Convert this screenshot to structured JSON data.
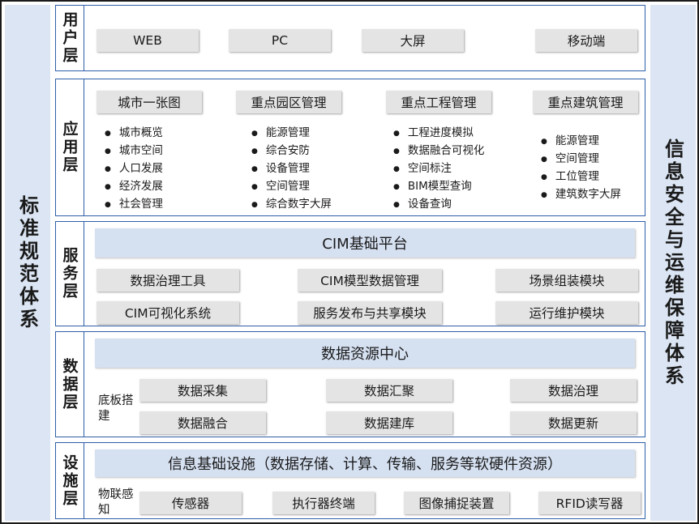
{
  "left_side": "标准规范体系",
  "right_side": "信息安全与运维保障体系",
  "user_layer": {
    "label": "用户层",
    "items": [
      "WEB",
      "PC",
      "大屏",
      "移动端"
    ]
  },
  "app_layer": {
    "label": "应用层",
    "columns": [
      {
        "header": "城市一张图",
        "items": [
          "城市概览",
          "城市空间",
          "人口发展",
          "经济发展",
          "社会管理"
        ]
      },
      {
        "header": "重点园区管理",
        "items": [
          "能源管理",
          "综合安防",
          "设备管理",
          "空间管理",
          "综合数字大屏"
        ]
      },
      {
        "header": "重点工程管理",
        "items": [
          "工程进度模拟",
          "数据融合可视化",
          "空间标注",
          "BIM模型查询",
          "设备查询"
        ]
      },
      {
        "header": "重点建筑管理",
        "items": [
          "能源管理",
          "空间管理",
          "工位管理",
          "建筑数字大屏"
        ]
      }
    ]
  },
  "service_layer": {
    "label": "服务层",
    "platform": "CIM基础平台",
    "row1": [
      "数据治理工具",
      "CIM模型数据管理",
      "场景组装模块"
    ],
    "row2": [
      "CIM可视化系统",
      "服务发布与共享模块",
      "运行维护模块"
    ]
  },
  "data_layer": {
    "label": "数据层",
    "center": "数据资源中心",
    "sublabel": "底板搭建",
    "row1": [
      "数据采集",
      "数据汇聚",
      "数据治理"
    ],
    "row2": [
      "数据融合",
      "数据建库",
      "数据更新"
    ]
  },
  "infra_layer": {
    "label": "设施层",
    "bar": "信息基础设施（数据存储、计算、传输、服务等软硬件资源）",
    "sublabel": "物联感知",
    "items": [
      "传感器",
      "执行器终端",
      "图像捕捉装置",
      "RFID读写器"
    ]
  }
}
